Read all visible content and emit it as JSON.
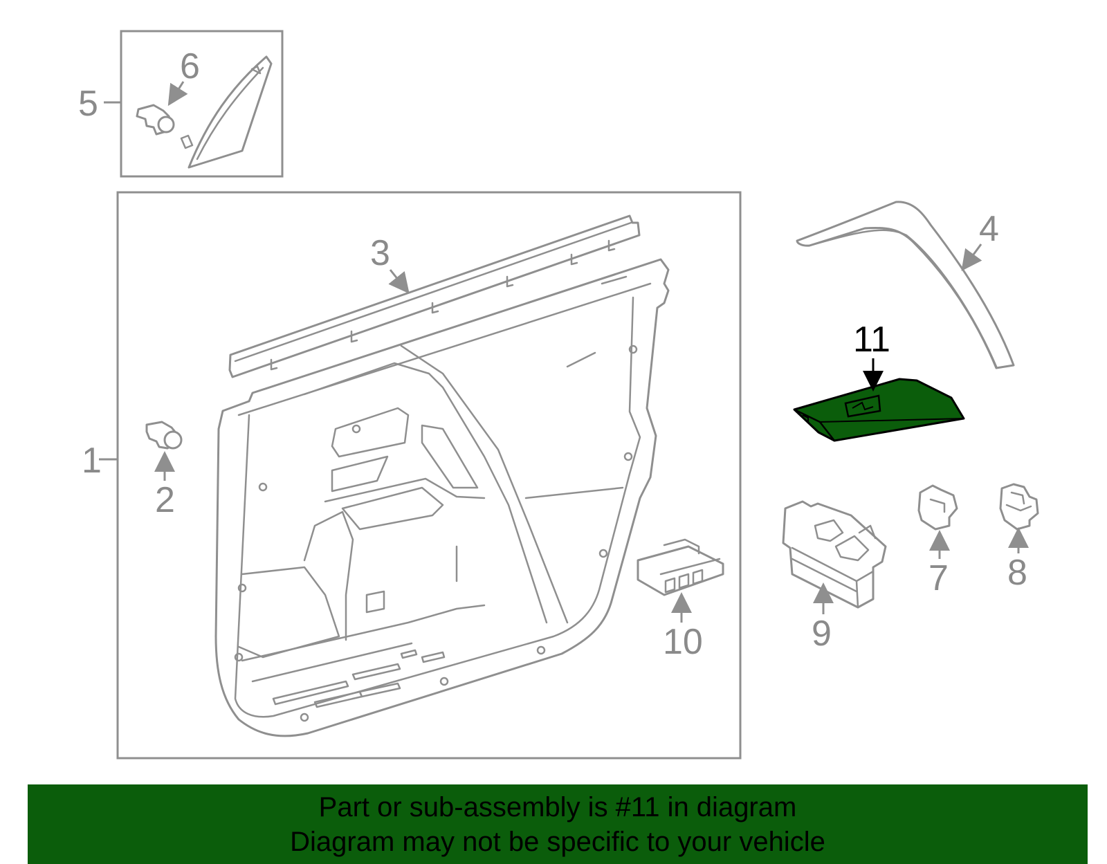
{
  "callouts": [
    "1",
    "2",
    "3",
    "4",
    "5",
    "6",
    "7",
    "8",
    "9",
    "10",
    "11"
  ],
  "highlighted_part": "11",
  "colors": {
    "highlight": "#0b5d0b",
    "line": "#8f8f8f",
    "banner": "#0b5d0b"
  },
  "banner": {
    "line1": "Part or sub-assembly is #11 in diagram",
    "line2": "Diagram may not be specific to your vehicle"
  }
}
